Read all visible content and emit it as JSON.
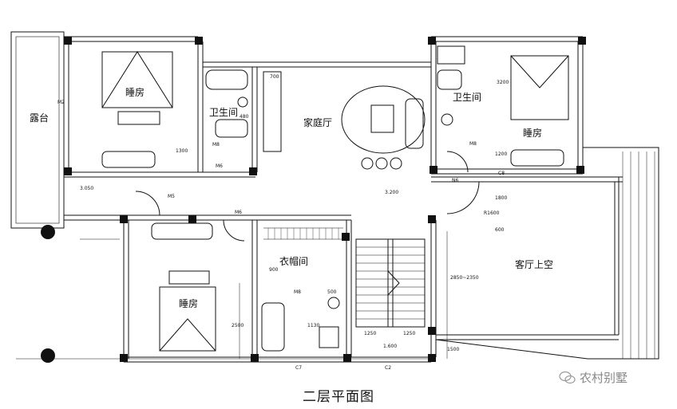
{
  "rooms": {
    "balcony": "露台",
    "bedroom_top_left": "睡房",
    "bathroom_top_left": "卫生间",
    "family_room": "家庭厅",
    "bathroom_top_right": "卫生间",
    "bedroom_top_right": "睡房",
    "closet": "衣帽间",
    "bedroom_bottom_left": "睡房",
    "living_void": "客厅上空"
  },
  "dimensions": {
    "d_1300": "1300",
    "d_3050": "3.050",
    "d_3200": "3.200",
    "d_1250_a": "1250",
    "d_1250_b": "1250",
    "d_900": "900",
    "d_500": "500",
    "d_2500": "2500",
    "d_1130": "1130",
    "d_1500": "1500",
    "d_1200": "1200",
    "d_600": "600",
    "d_700": "700",
    "d_1800": "1800",
    "d_1600": "1.600",
    "r_1600": "R1600",
    "d_2850": "2850~2350",
    "d_3200v": "3200",
    "d_480": "480"
  },
  "tags": {
    "m8_a": "M8",
    "m6_a": "M6",
    "m5": "M5",
    "m6_b": "M6",
    "m8_b": "M8",
    "n6": "N6",
    "m8_c": "M8",
    "c7": "C7",
    "c2": "C2",
    "c8": "C8",
    "m2": "M2"
  },
  "caption": "二层平面图",
  "watermark": "农村别墅"
}
